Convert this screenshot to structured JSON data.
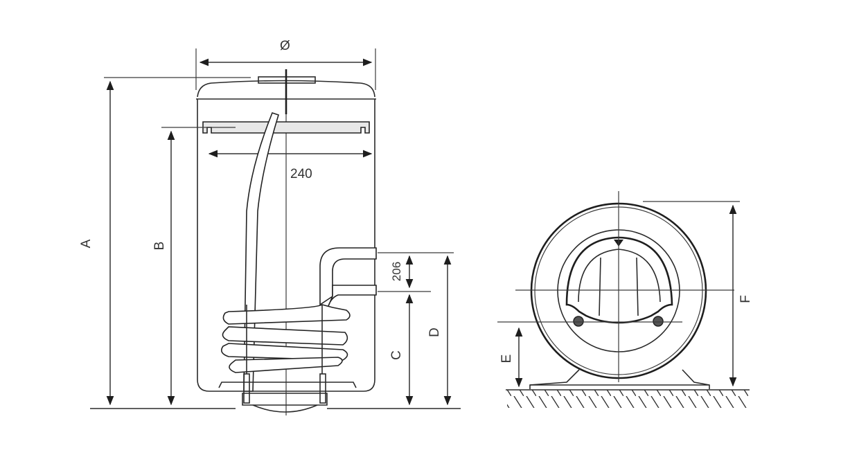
{
  "diagram": {
    "type": "technical-dimension-drawing",
    "subject": "water heater tank with heat-exchanger coil",
    "views": [
      {
        "name": "side-view",
        "description": "vertical tank cross-section with coil"
      },
      {
        "name": "end-view",
        "description": "horizontal mounting end view on floor"
      }
    ]
  },
  "labels": {
    "diameter": "Ø",
    "dim_240": "240",
    "dim_206": "206",
    "A": "A",
    "B": "B",
    "C": "C",
    "D": "D",
    "E": "E",
    "F": "F"
  },
  "colors": {
    "line": "#2a2a2a",
    "text": "#333333",
    "flange_fill": "#e8e8e8",
    "background": "#ffffff"
  }
}
